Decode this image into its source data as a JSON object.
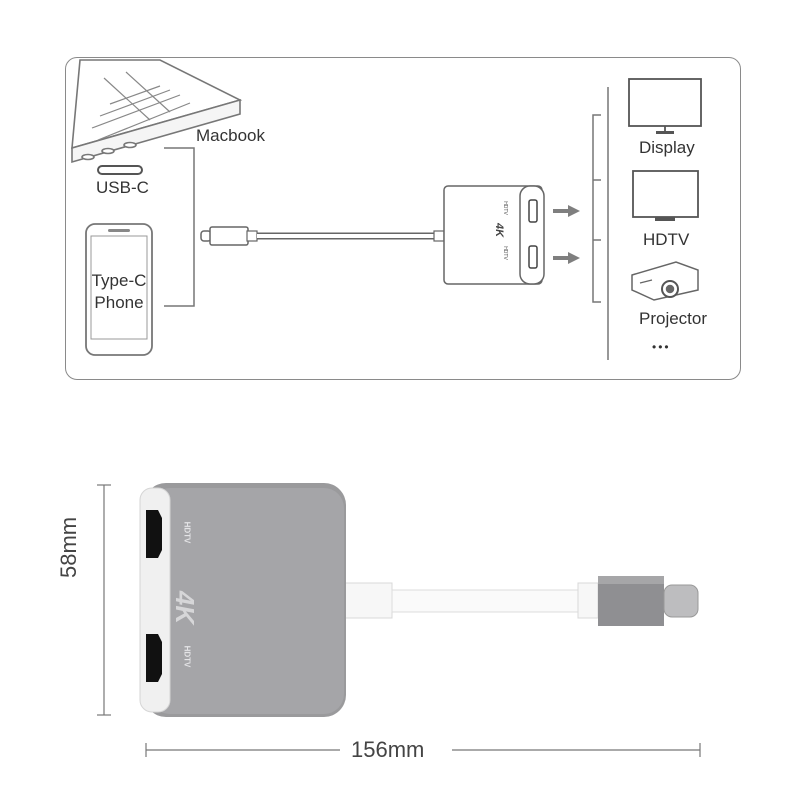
{
  "top_diagram": {
    "sources": {
      "macbook_label": "Macbook",
      "usbc_label": "USB-C",
      "phone_label_line1": "Type-C",
      "phone_label_line2": "Phone"
    },
    "adapter": {
      "badge": "4K",
      "port_label": "HDTV"
    },
    "outputs": {
      "display_label": "Display",
      "hdtv_label": "HDTV",
      "projector_label": "Projector",
      "more_label": "•••"
    }
  },
  "bottom_diagram": {
    "height_label": "58mm",
    "width_label": "156mm",
    "adapter_badge": "4K",
    "port_label_top": "HDTV",
    "port_label_bottom": "HDTV"
  },
  "colors": {
    "outline": "#8a8a8a",
    "adapter_body": "#9a9a9c",
    "arrow": "#7f7f7f"
  }
}
